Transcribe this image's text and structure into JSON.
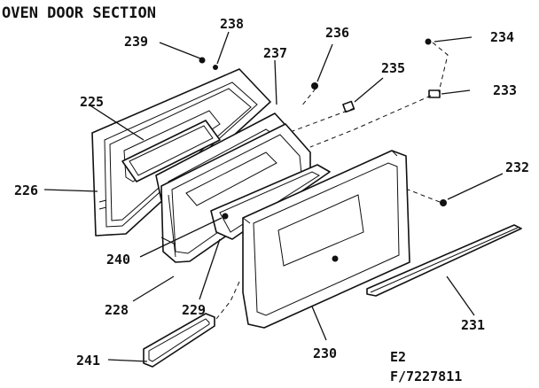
{
  "title": "OVEN DOOR SECTION",
  "code": "E2",
  "drawing_number": "F/7227811",
  "part_labels": {
    "p225": "225",
    "p226": "226",
    "p228": "228",
    "p229": "229",
    "p230": "230",
    "p231": "231",
    "p232": "232",
    "p233": "233",
    "p234": "234",
    "p235": "235",
    "p236": "236",
    "p237": "237",
    "p238": "238",
    "p239": "239",
    "p240": "240",
    "p241": "241"
  }
}
